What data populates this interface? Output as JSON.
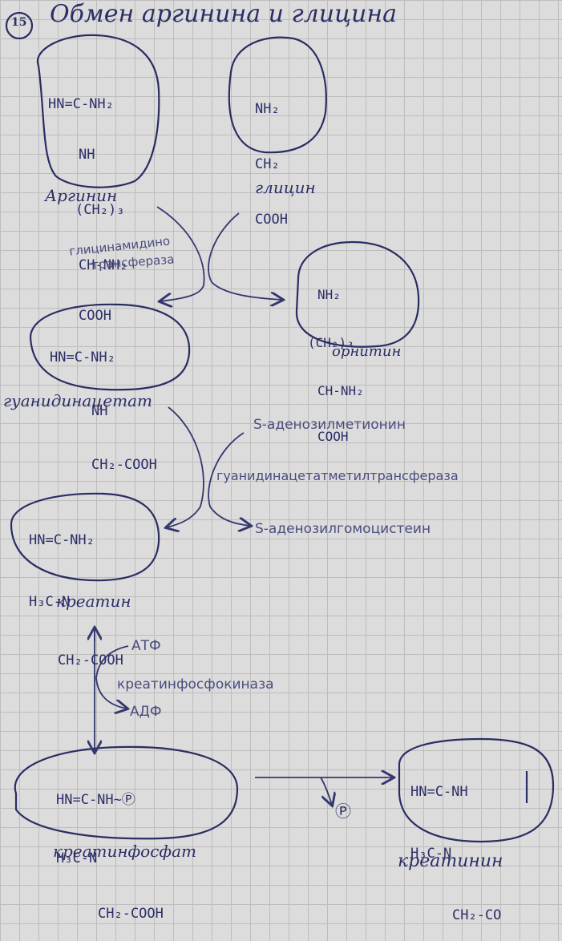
{
  "title": {
    "number": "15",
    "text": "Обмен аргинина и глицина"
  },
  "arginine": {
    "lines": [
      "HN=C-NH₂",
      "NH",
      "(CH₂)₃",
      "CH-NH₂",
      "COOH"
    ],
    "label": "Аргинин"
  },
  "glycine": {
    "lines": [
      "NH₂",
      "CH₂",
      "COOH"
    ],
    "label": "глицин"
  },
  "enzyme1": {
    "line1": "глицинамидино",
    "line2": "трансфераза"
  },
  "ornithine": {
    "lines": [
      "NH₂",
      "(CH₂)₃",
      "CH-NH₂",
      "COOH"
    ],
    "label": "орнитин"
  },
  "guanidinoacetate": {
    "lines": [
      "HN=C-NH₂",
      "NH",
      "CH₂-COOH"
    ],
    "label": "гуанидинацетат"
  },
  "sam": "S-аденозилметионин",
  "enzyme2": "гуанидинацетатметилтрансфераза",
  "sah": "S-аденозилгомоцистеин",
  "creatine": {
    "lines": [
      "HN=C-NH₂",
      "H₃C-N",
      "CH₂-COOH"
    ],
    "label": "креатин"
  },
  "atp": "АТФ",
  "enzyme3": "креатинфосфокиназа",
  "adp": "АДФ",
  "creatine_phosphate": {
    "lines": [
      "HN=C-NH~Ⓟ",
      "H₃C-N",
      "CH₂-COOH"
    ],
    "label": "креатинфосфат"
  },
  "phosphate": "Ⓟ",
  "creatinine": {
    "line1": "HN=C-NH",
    "line2": "H₃C-N",
    "line3": "CH₂-CO",
    "label": "креатинин"
  }
}
